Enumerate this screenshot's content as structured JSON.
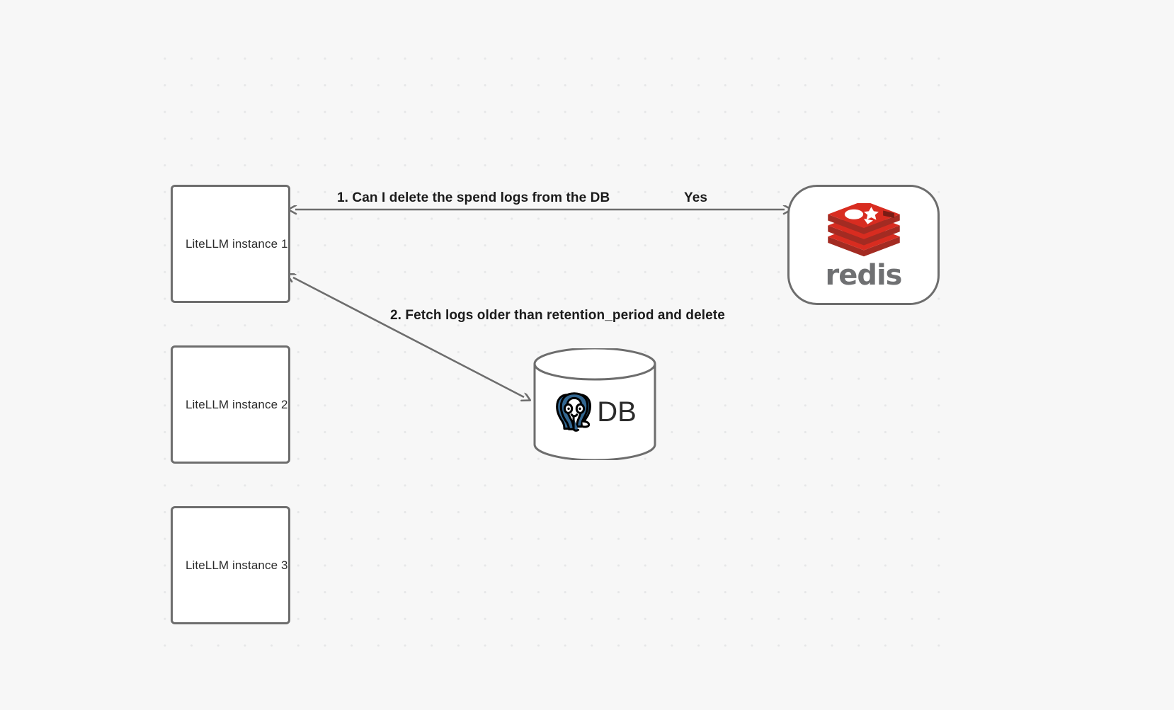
{
  "diagram": {
    "type": "flow-diagram",
    "background_color": "#f7f7f7",
    "node_border_color": "#6d6d6d",
    "edge_color": "#6d6d6d",
    "nodes": [
      {
        "id": "instance-1",
        "label": "LiteLLM instance 1",
        "shape": "rectangle"
      },
      {
        "id": "instance-2",
        "label": "LiteLLM instance 2",
        "shape": "rectangle"
      },
      {
        "id": "instance-3",
        "label": "LiteLLM instance 3",
        "shape": "rectangle"
      },
      {
        "id": "redis",
        "label": "redis",
        "shape": "rounded-rectangle",
        "logo": "redis-logo",
        "brand_color": "#d82c20"
      },
      {
        "id": "database",
        "label": "DB",
        "shape": "cylinder",
        "logo": "postgresql-elephant-icon",
        "brand_color": "#336791"
      }
    ],
    "edges": [
      {
        "id": "edge-redis-to-instance-1",
        "from": "redis",
        "to": "instance-1",
        "label": "1.  Can I delete the spend logs from the DB",
        "secondary_label": "Yes",
        "direction": "bidirectional"
      },
      {
        "id": "edge-db-to-instance-1",
        "from": "database",
        "to": "instance-1",
        "label": "2.  Fetch logs older than retention_period and delete",
        "direction": "bidirectional"
      }
    ]
  }
}
